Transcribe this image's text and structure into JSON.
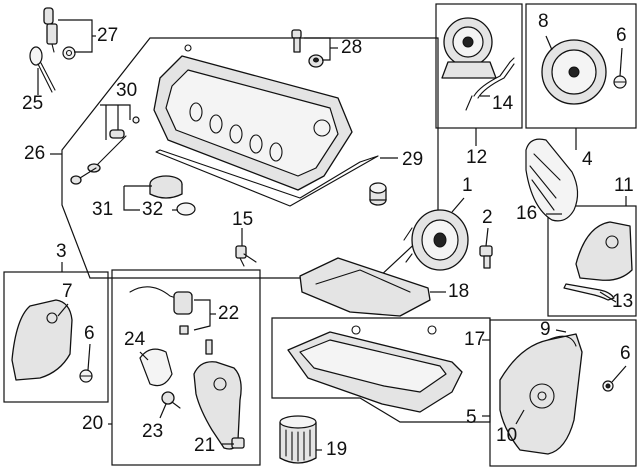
{
  "diagram": {
    "callouts": [
      {
        "id": "c1",
        "text": "1"
      },
      {
        "id": "c2",
        "text": "2"
      },
      {
        "id": "c3",
        "text": "3"
      },
      {
        "id": "c4",
        "text": "4"
      },
      {
        "id": "c5",
        "text": "5"
      },
      {
        "id": "c6a",
        "text": "6"
      },
      {
        "id": "c6b",
        "text": "6"
      },
      {
        "id": "c6c",
        "text": "6"
      },
      {
        "id": "c7",
        "text": "7"
      },
      {
        "id": "c8",
        "text": "8"
      },
      {
        "id": "c9",
        "text": "9"
      },
      {
        "id": "c10",
        "text": "10"
      },
      {
        "id": "c11",
        "text": "11"
      },
      {
        "id": "c12",
        "text": "12"
      },
      {
        "id": "c13",
        "text": "13"
      },
      {
        "id": "c14",
        "text": "14"
      },
      {
        "id": "c15",
        "text": "15"
      },
      {
        "id": "c16",
        "text": "16"
      },
      {
        "id": "c17",
        "text": "17"
      },
      {
        "id": "c18",
        "text": "18"
      },
      {
        "id": "c19",
        "text": "19"
      },
      {
        "id": "c20",
        "text": "20"
      },
      {
        "id": "c21",
        "text": "21"
      },
      {
        "id": "c22",
        "text": "22"
      },
      {
        "id": "c23",
        "text": "23"
      },
      {
        "id": "c24",
        "text": "24"
      },
      {
        "id": "c25",
        "text": "25"
      },
      {
        "id": "c26",
        "text": "26"
      },
      {
        "id": "c27",
        "text": "27"
      },
      {
        "id": "c28",
        "text": "28"
      },
      {
        "id": "c29",
        "text": "29"
      },
      {
        "id": "c30",
        "text": "30"
      },
      {
        "id": "c31",
        "text": "31"
      },
      {
        "id": "c32",
        "text": "32"
      }
    ]
  }
}
